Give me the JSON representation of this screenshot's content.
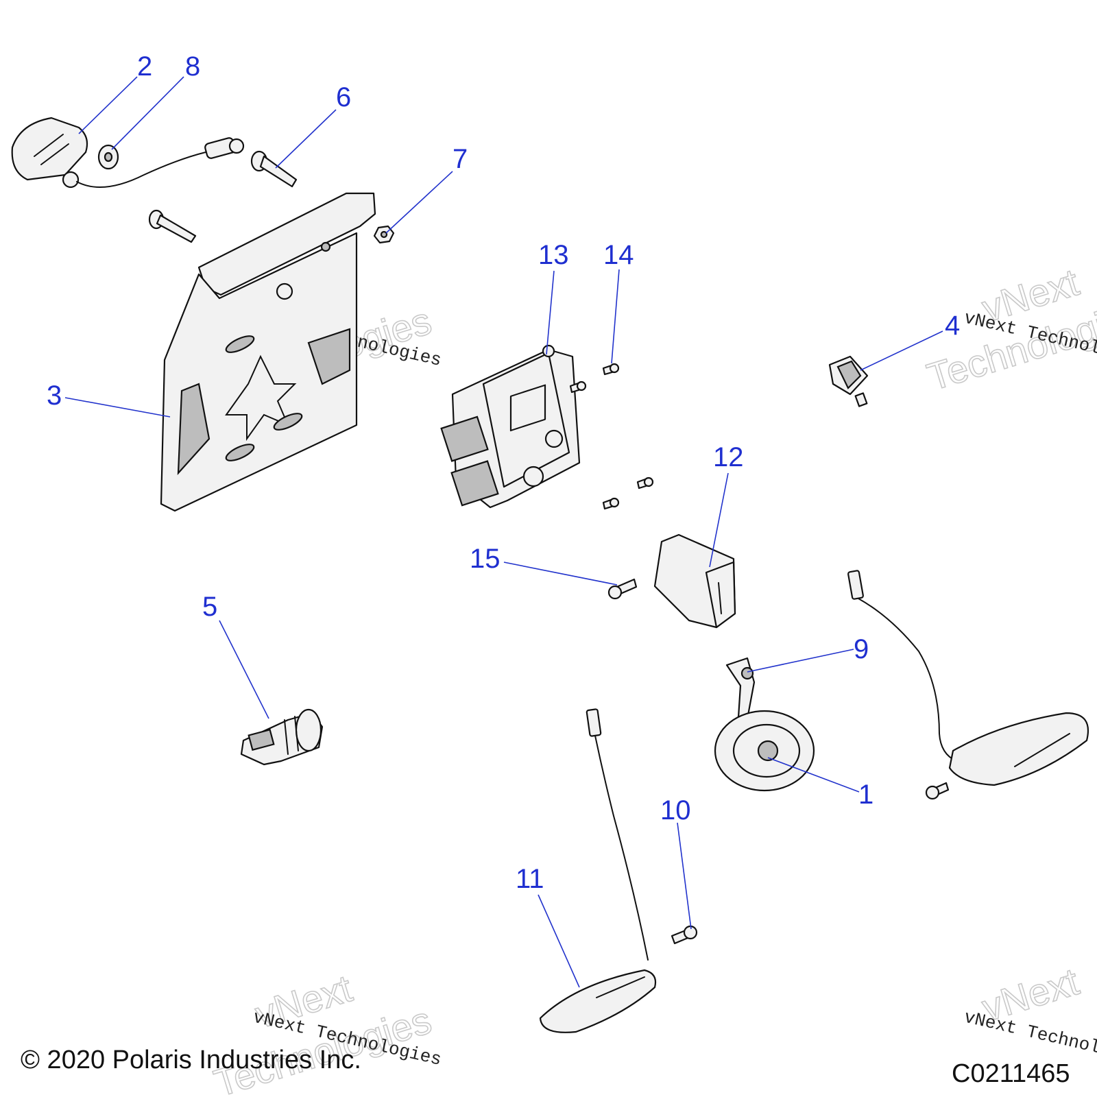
{
  "callouts": [
    {
      "id": "1",
      "label": "1"
    },
    {
      "id": "2",
      "label": "2"
    },
    {
      "id": "3",
      "label": "3"
    },
    {
      "id": "4",
      "label": "4"
    },
    {
      "id": "5",
      "label": "5"
    },
    {
      "id": "6",
      "label": "6"
    },
    {
      "id": "7",
      "label": "7"
    },
    {
      "id": "8",
      "label": "8"
    },
    {
      "id": "9",
      "label": "9"
    },
    {
      "id": "10",
      "label": "10"
    },
    {
      "id": "11",
      "label": "11"
    },
    {
      "id": "12",
      "label": "12"
    },
    {
      "id": "13",
      "label": "13"
    },
    {
      "id": "14",
      "label": "14"
    },
    {
      "id": "15",
      "label": "15"
    }
  ],
  "watermark": {
    "line1": "vNext",
    "line2": "Technologies",
    "caption": "vNext Technologies"
  },
  "footer": {
    "copyright": "© 2020 Polaris Industries Inc.",
    "figure_code": "C0211465"
  },
  "colors": {
    "callout": "#1f2fd0",
    "line_art": "#111111"
  }
}
